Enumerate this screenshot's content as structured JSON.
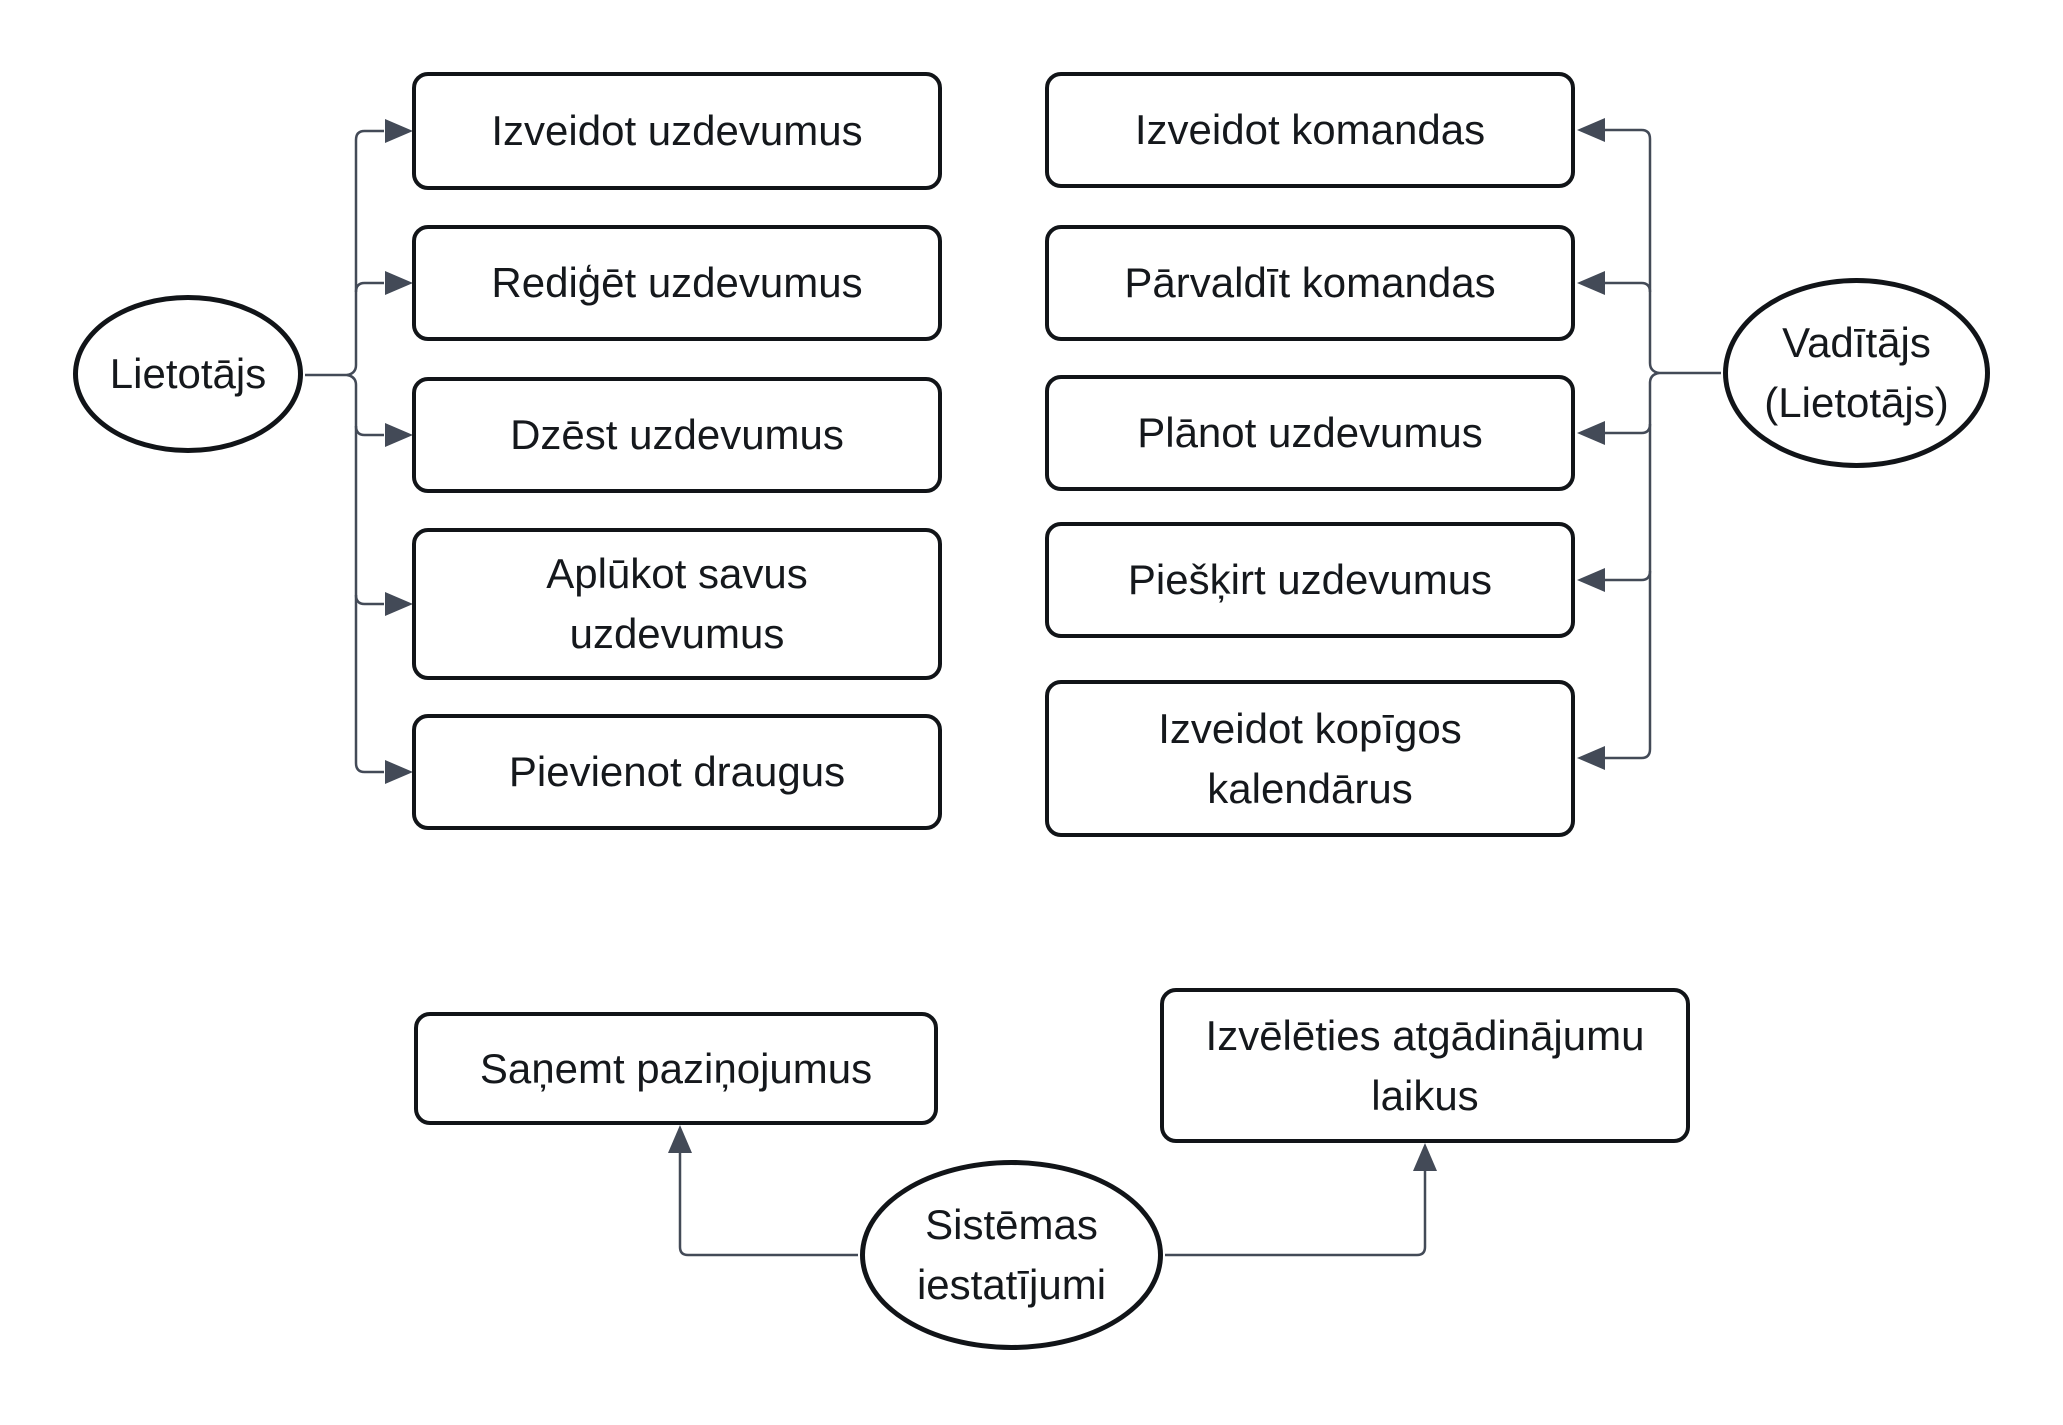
{
  "diagram": {
    "type": "use-case-diagram",
    "language": "Latvian",
    "colors": {
      "background": "#ffffff",
      "node_border": "#111418",
      "text": "#15181c",
      "connector": "#434a57"
    },
    "actors": {
      "user": {
        "label": "Lietotājs"
      },
      "manager": {
        "label": "Vadītājs\n(Lietotājs)"
      },
      "system_settings": {
        "label": "Sistēmas\niestatījumi"
      }
    },
    "left_usecases": [
      "Izveidot uzdevumus",
      "Rediģēt uzdevumus",
      "Dzēst uzdevumus",
      "Aplūkot savus\nuzdevumus",
      "Pievienot draugus"
    ],
    "right_usecases": [
      "Izveidot komandas",
      "Pārvaldīt komandas",
      "Plānot uzdevumus",
      "Piešķirt uzdevumus",
      "Izveidot kopīgos\nkalendārus"
    ],
    "bottom_usecases": [
      "Saņemt paziņojumus",
      "Izvēlēties atgādinājumu\nlaikus"
    ]
  }
}
